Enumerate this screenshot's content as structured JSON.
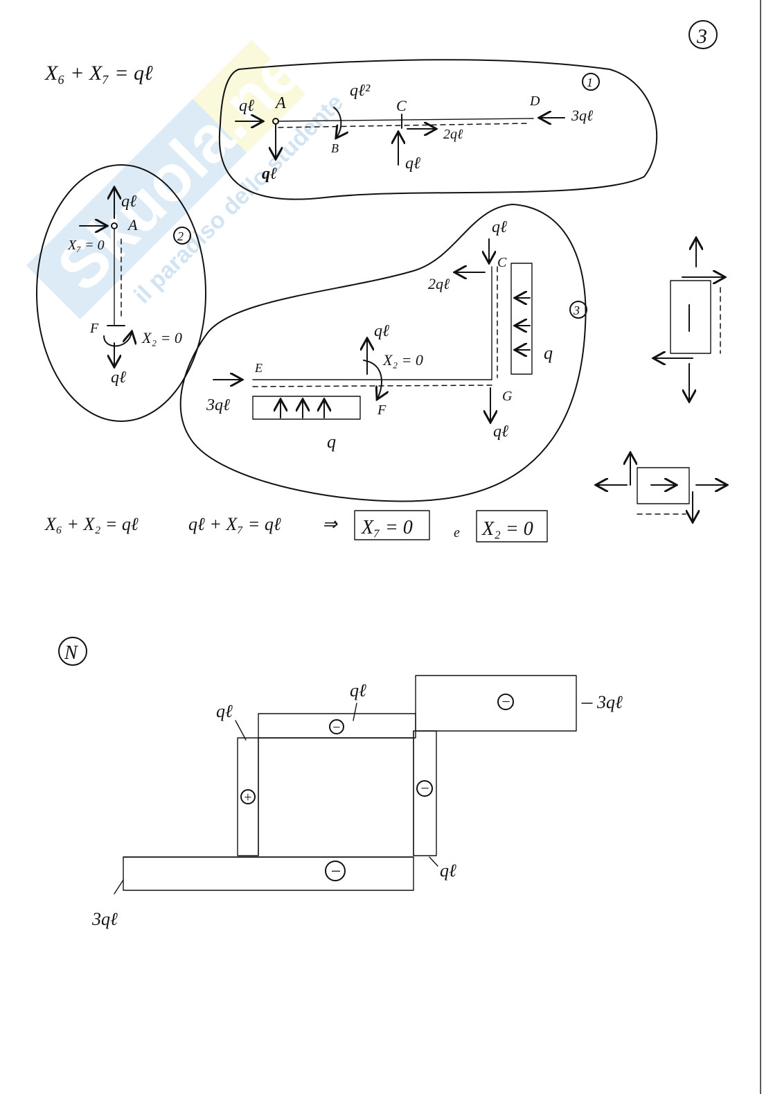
{
  "watermark": {
    "brand": "Skuola.net",
    "tagline": "il paradiso dello studente"
  },
  "page_number": "3",
  "top_equation": "X₆ + X₇ = qℓ",
  "body1": {
    "number": "1",
    "labels": {
      "ql_left": "qℓ",
      "A": "A",
      "moment": "qℓ²",
      "C": "C",
      "D": "D",
      "force_D": "3qℓ",
      "B": "B",
      "force_C_h": "2qℓ",
      "force_A_v": "qℓ",
      "force_C_v": "qℓ"
    }
  },
  "body2": {
    "number": "2",
    "labels": {
      "ql_top": "qℓ",
      "A": "A",
      "X7": "X₇ = 0",
      "F": "F",
      "X2": "X₂ = 0",
      "ql_bottom": "qℓ"
    }
  },
  "body3": {
    "number": "3",
    "labels": {
      "ql_C": "qℓ",
      "C": "C",
      "force_2ql": "2qℓ",
      "q_right": "q",
      "ql_F": "qℓ",
      "X2": "X₂ = 0",
      "E": "E",
      "force_3ql": "3qℓ",
      "F": "F",
      "G": "G",
      "q_bottom": "q",
      "ql_G": "qℓ"
    }
  },
  "bottom_equations": {
    "eq1": "X₆ + X₂ = qℓ",
    "eq2": "qℓ + X₇ = qℓ",
    "implies": "⇒",
    "result1": "X₇ = 0",
    "and": "e",
    "result2": "X₂ = 0"
  },
  "normal_diagram": {
    "title": "N",
    "labels": {
      "ql_left": "qℓ",
      "ql_top": "qℓ",
      "ql3_right": "3qℓ",
      "ql_mid": "qℓ",
      "ql3_left": "3qℓ"
    },
    "signs": {
      "top_right": "−",
      "top_beam": "−",
      "left_col": "+",
      "right_col": "−",
      "bottom": "−"
    }
  }
}
